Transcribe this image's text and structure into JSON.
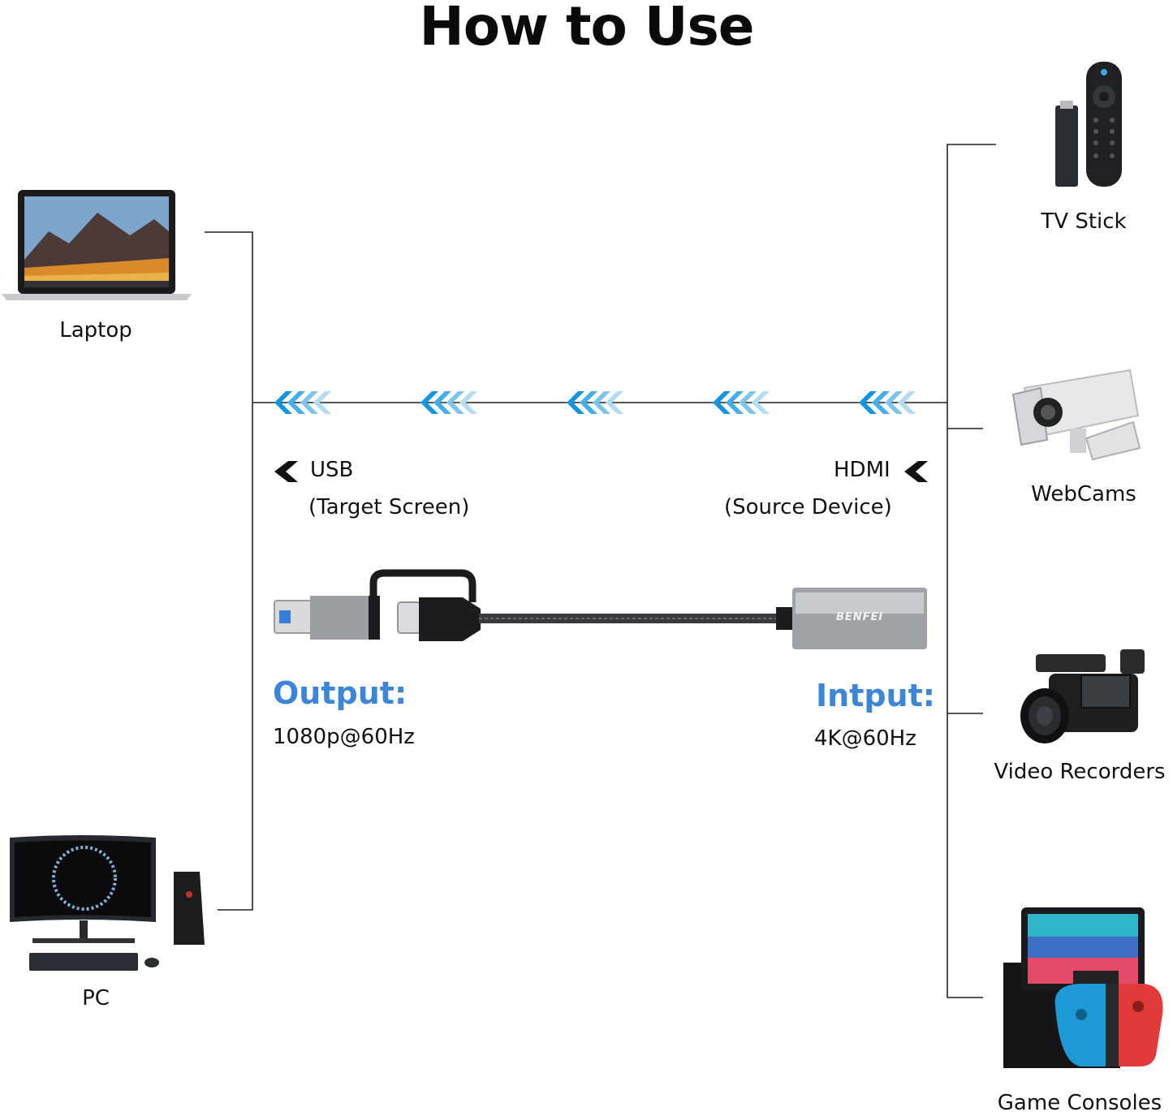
{
  "title": "How to Use",
  "devices_left": [
    {
      "label": "Laptop",
      "icon": "laptop-icon"
    },
    {
      "label": "PC",
      "icon": "desktop-pc-icon"
    }
  ],
  "devices_right": [
    {
      "label": "TV Stick",
      "icon": "tv-stick-icon"
    },
    {
      "label": "WebCams",
      "icon": "webcam-icon"
    },
    {
      "label": "Video Recorders",
      "icon": "video-camera-icon"
    },
    {
      "label": "Game Consoles",
      "icon": "game-console-icon"
    }
  ],
  "usb": {
    "label": "USB",
    "sub": "(Target Screen)"
  },
  "hdmi": {
    "label": "HDMI",
    "sub": "(Source Device)"
  },
  "output": {
    "heading": "Output:",
    "value": "1080p@60Hz"
  },
  "input": {
    "heading": "Intput:",
    "value": "4K@60Hz"
  },
  "brand": "BENFEI",
  "colors": {
    "accent": "#3b86d8",
    "arrow": "#1ea7e8",
    "line": "#222222"
  }
}
